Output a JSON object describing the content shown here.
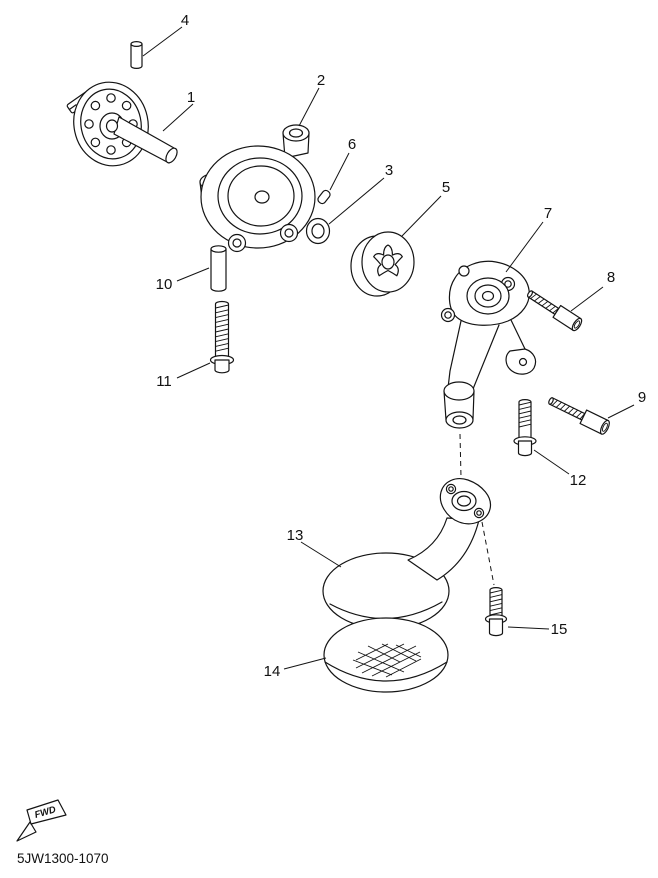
{
  "diagram": {
    "code": "5JW1300-1070",
    "fwd_label": "FWD",
    "callouts": [
      {
        "label": "1"
      },
      {
        "label": "2"
      },
      {
        "label": "3"
      },
      {
        "label": "4"
      },
      {
        "label": "5"
      },
      {
        "label": "6"
      },
      {
        "label": "7"
      },
      {
        "label": "8"
      },
      {
        "label": "9"
      },
      {
        "label": "10"
      },
      {
        "label": "11"
      },
      {
        "label": "12"
      },
      {
        "label": "13"
      },
      {
        "label": "14"
      },
      {
        "label": "15"
      }
    ]
  }
}
